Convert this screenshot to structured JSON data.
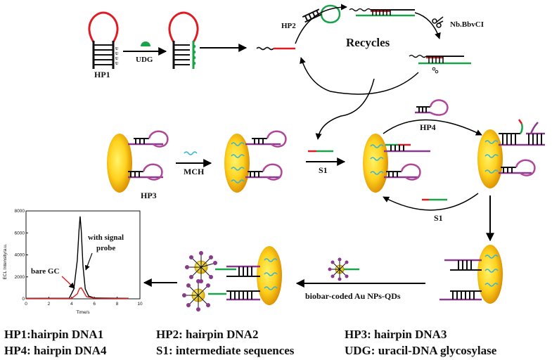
{
  "labels": {
    "hp1": "HP1",
    "udg": "UDG",
    "hp2": "HP2",
    "nb_bbvci": "Nb.BbvCI",
    "recycles": "Recycles",
    "hp3": "HP3",
    "mch": "MCH",
    "s1_arrow": "S1",
    "hp4": "HP4",
    "s1_return": "S1",
    "probe": "biobar-coded Au NPs-QDs",
    "u_bases": [
      "U",
      "U",
      "U",
      "U"
    ]
  },
  "legend": {
    "hp1": "HP1:hairpin DNA1",
    "hp2": "HP2: hairpin DNA2",
    "hp3": "HP3: hairpin DNA3",
    "hp4": "HP4: hairpin DNA4",
    "s1": "S1: intermediate  sequences",
    "udg": "UDG: uracil-DNA glycosylase"
  },
  "chart_data": {
    "type": "line",
    "xlabel": "Time/s",
    "ylabel": "ECL Intensity/a.u.",
    "xlim": [
      0,
      10
    ],
    "ylim": [
      0,
      8000
    ],
    "xticks": [
      0,
      2,
      4,
      6,
      8,
      10
    ],
    "yticks": [
      0,
      2000,
      4000,
      6000,
      8000
    ],
    "series": [
      {
        "name": "with signal probe",
        "color": "#000000",
        "x": [
          0,
          3.8,
          4.2,
          4.5,
          4.65,
          4.75,
          4.85,
          5.0,
          5.2,
          5.5,
          6.0,
          9.0
        ],
        "y": [
          40,
          60,
          900,
          3500,
          6200,
          7500,
          6200,
          3000,
          900,
          250,
          80,
          40
        ]
      },
      {
        "name": "bare GC",
        "color": "#e01a1a",
        "x": [
          0,
          4.0,
          4.5,
          4.7,
          4.85,
          5.0,
          5.3,
          6.0,
          9.0
        ],
        "y": [
          30,
          40,
          450,
          950,
          1000,
          750,
          200,
          60,
          30
        ]
      }
    ],
    "annotations": [
      "with signal",
      "probe",
      "bare GC"
    ]
  }
}
